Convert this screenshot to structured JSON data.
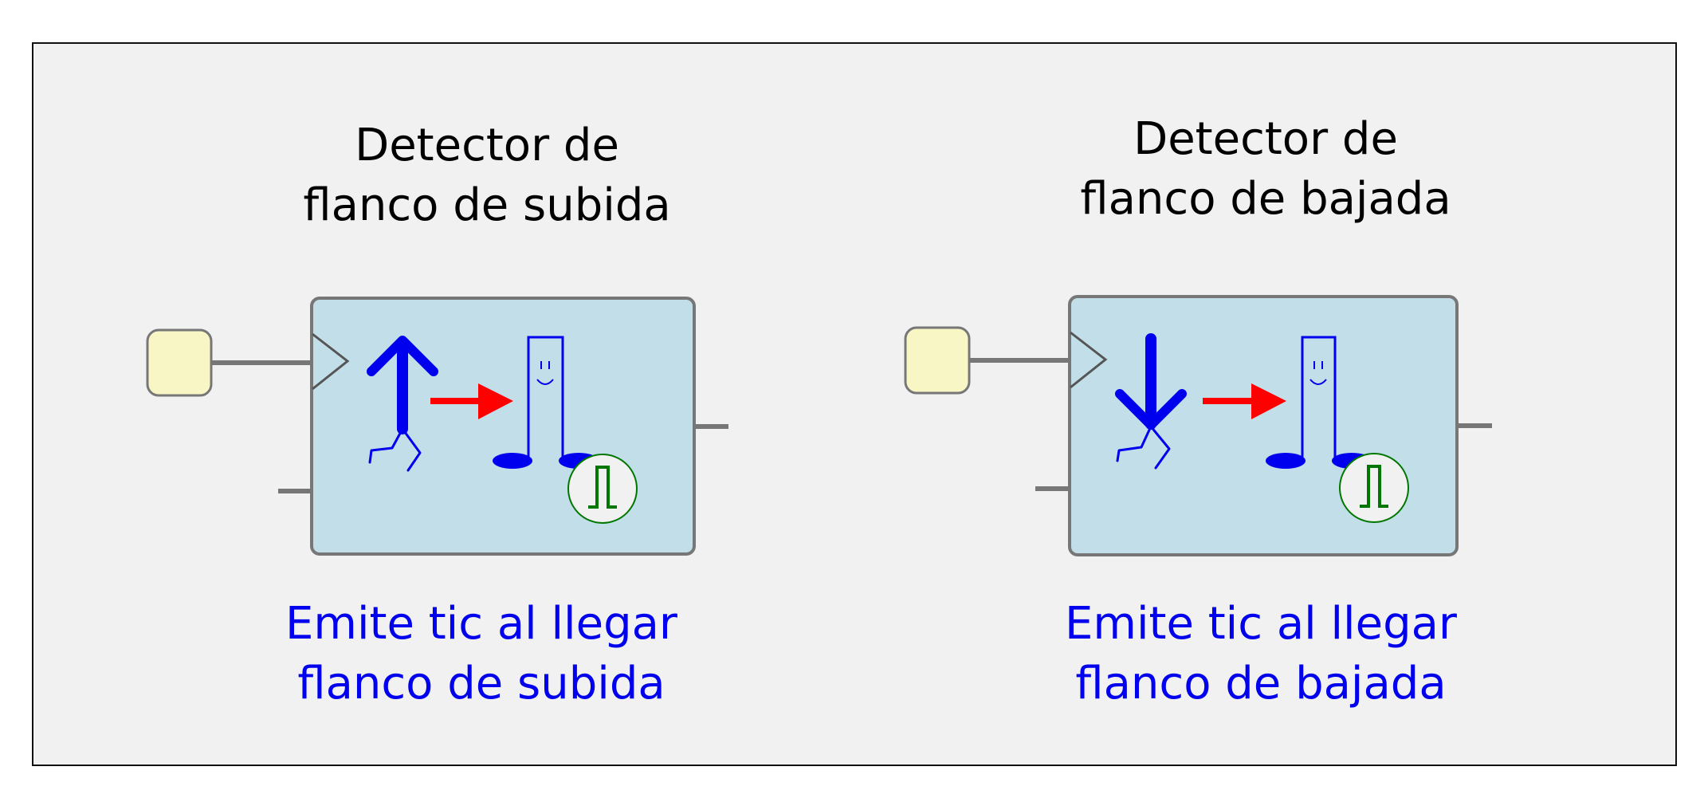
{
  "colors": {
    "frame_fill": "#f1f1f1",
    "block_fill": "#c2dfe9",
    "block_border": "#777777",
    "port_fill": "#f8f6c4",
    "figure_blue": "#0000ee",
    "arrow_red": "#ff0000",
    "pulse_green": "#007700",
    "description_blue": "#0000ee"
  },
  "blocks": [
    {
      "title_line1": "Detector de",
      "title_line2": "flanco de subida",
      "description_line1": "Emite tic al llegar",
      "description_line2": "flanco de subida",
      "edge_icon": "arrow-up-figure-icon"
    },
    {
      "title_line1": "Detector de",
      "title_line2": "flanco de bajada",
      "description_line1": "Emite tic al llegar",
      "description_line2": "flanco de bajada",
      "edge_icon": "arrow-down-figure-icon"
    }
  ]
}
